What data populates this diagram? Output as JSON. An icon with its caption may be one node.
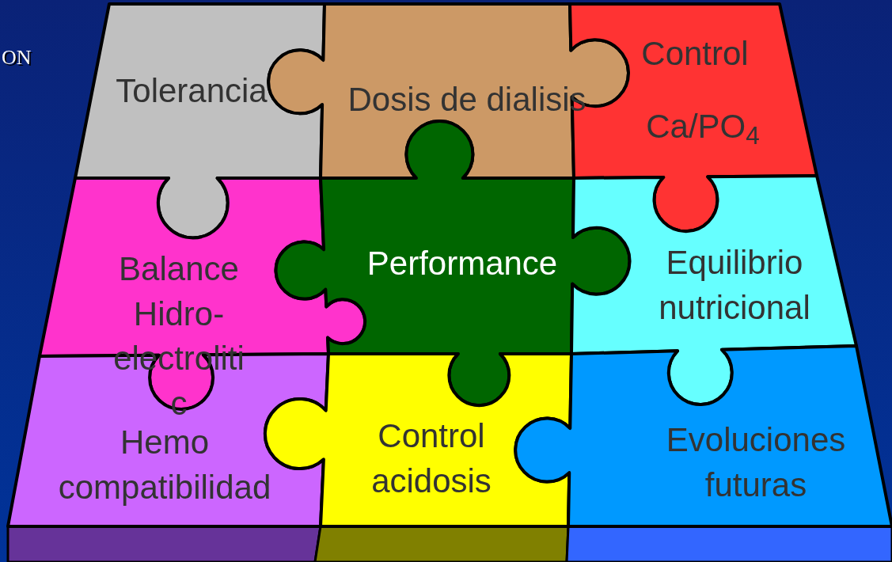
{
  "diagram": {
    "nodes": [
      {
        "text": [
          "Tolerancia"
        ]
      },
      {
        "text": [
          "Dosis de dialisis"
        ]
      },
      {
        "text": [
          "Control",
          "Ca/PO$_{4}$"
        ]
      },
      {
        "text": [
          "Balance Hidro- electroliti c"
        ]
      },
      {
        "text": [
          "Performance"
        ]
      },
      {
        "text": [
          "Equilibrio nutricional"
        ]
      },
      {
        "text": [
          "Hemo compatibilidad"
        ]
      },
      {
        "text": [
          "Control acidosis"
        ]
      },
      {
        "text": [
          "Evoluciones futuras"
        ]
      }
    ],
    "labels": [
      "ON"
    ]
  }
}
